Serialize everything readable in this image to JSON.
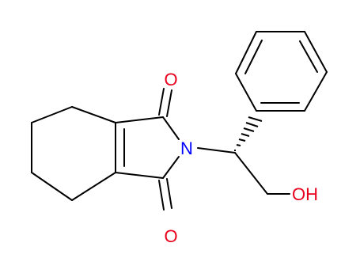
{
  "atoms": {
    "o_top": "O",
    "n": "N",
    "o_bottom": "O",
    "oh": "OH"
  },
  "colors": {
    "bond": "#000000",
    "oxygen": "#e8001c",
    "nitrogen": "#0000ff"
  }
}
